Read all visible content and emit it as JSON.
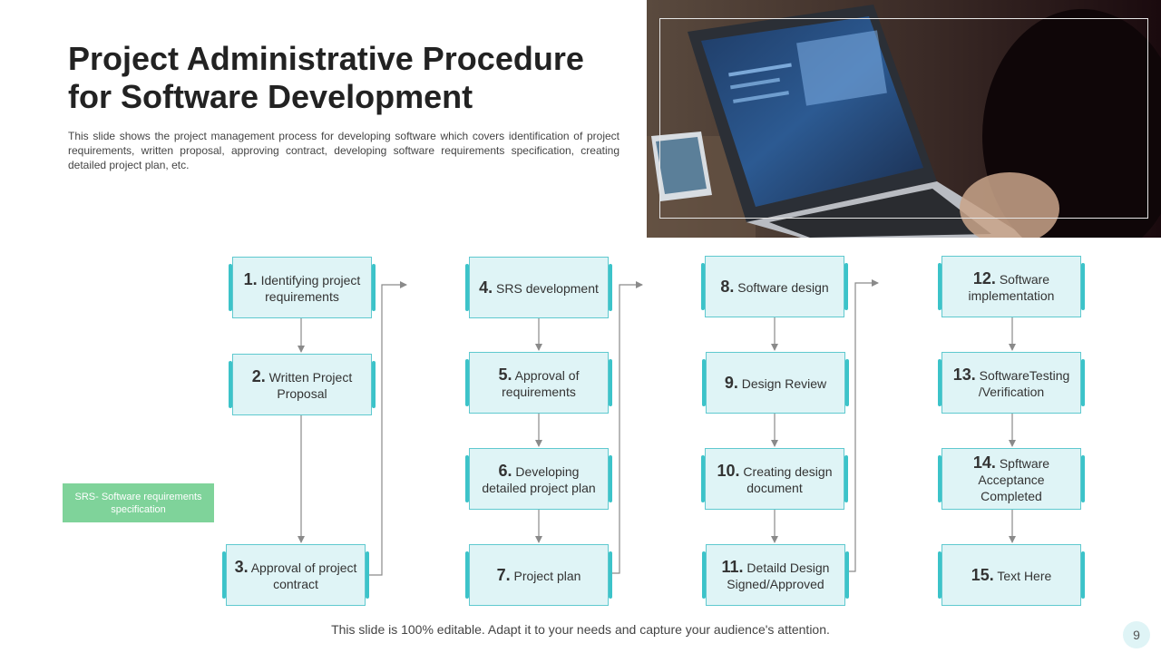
{
  "slide": {
    "title_line1": "Project Administrative Procedure",
    "title_line2": "for Software Development",
    "description": "This slide shows the project management process for developing software which covers identification of project requirements, written proposal, approving contract, developing software requirements specification, creating detailed project plan, etc.",
    "note": "SRS- Software requirements specification",
    "footer": "This slide is 100% editable. Adapt it to your needs and capture your audience's attention.",
    "page_number": "9"
  },
  "steps": [
    {
      "num": "1.",
      "text": "Identifying project requirements"
    },
    {
      "num": "2.",
      "text": "Written Project Proposal"
    },
    {
      "num": "3.",
      "text": "Approval of project contract"
    },
    {
      "num": "4.",
      "text": "SRS development"
    },
    {
      "num": "5.",
      "text": "Approval of requirements"
    },
    {
      "num": "6.",
      "text": "Developing detailed project plan"
    },
    {
      "num": "7.",
      "text": "Project plan"
    },
    {
      "num": "8.",
      "text": "Software design"
    },
    {
      "num": "9.",
      "text": "Design Review"
    },
    {
      "num": "10.",
      "text": "Creating design document"
    },
    {
      "num": "11.",
      "text": "Detaild Design Signed/Approved"
    },
    {
      "num": "12.",
      "text": "Software implementation"
    },
    {
      "num": "13.",
      "text": "SoftwareTesting /Verification"
    },
    {
      "num": "14.",
      "text": "Spftware Acceptance Completed"
    },
    {
      "num": "15.",
      "text": "Text Here"
    }
  ],
  "colors": {
    "box_fill": "#dff4f6",
    "box_border": "#5fc9cf",
    "box_tab": "#3cc3c9",
    "note_fill": "#7fd39a",
    "connector": "#8a8a8a"
  }
}
